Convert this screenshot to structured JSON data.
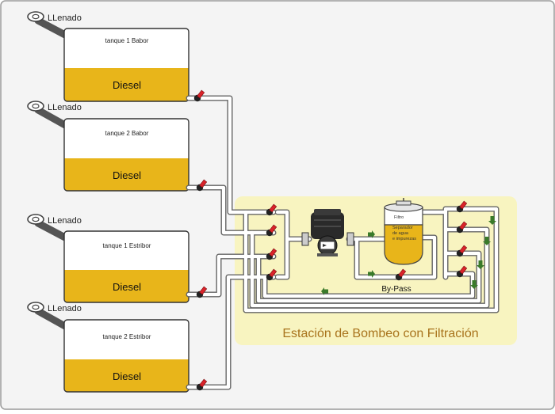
{
  "colors": {
    "background": "#f4f4f4",
    "station_bg": "#f8f4c0",
    "diesel": "#e8b51a",
    "pipe": "#ffffff",
    "valve": "#d9232a",
    "arrow": "#3a7a2a",
    "title": "#a8731c"
  },
  "tanks": [
    {
      "name": "tanque 1 Babor",
      "fuel": "Diesel",
      "fill_label": "LLenado"
    },
    {
      "name": "tanque 2 Babor",
      "fuel": "Diesel",
      "fill_label": "LLenado"
    },
    {
      "name": "tanque 1 Estribor",
      "fuel": "Diesel",
      "fill_label": "LLenado"
    },
    {
      "name": "tanque 2 Estribor",
      "fuel": "Diesel",
      "fill_label": "LLenado"
    }
  ],
  "filter": {
    "lines": [
      "Filtro",
      "Separador",
      "de agua",
      "e impurezas"
    ]
  },
  "bypass_label": "By-Pass",
  "station_title": "Estación de Bombeo con Filtración"
}
